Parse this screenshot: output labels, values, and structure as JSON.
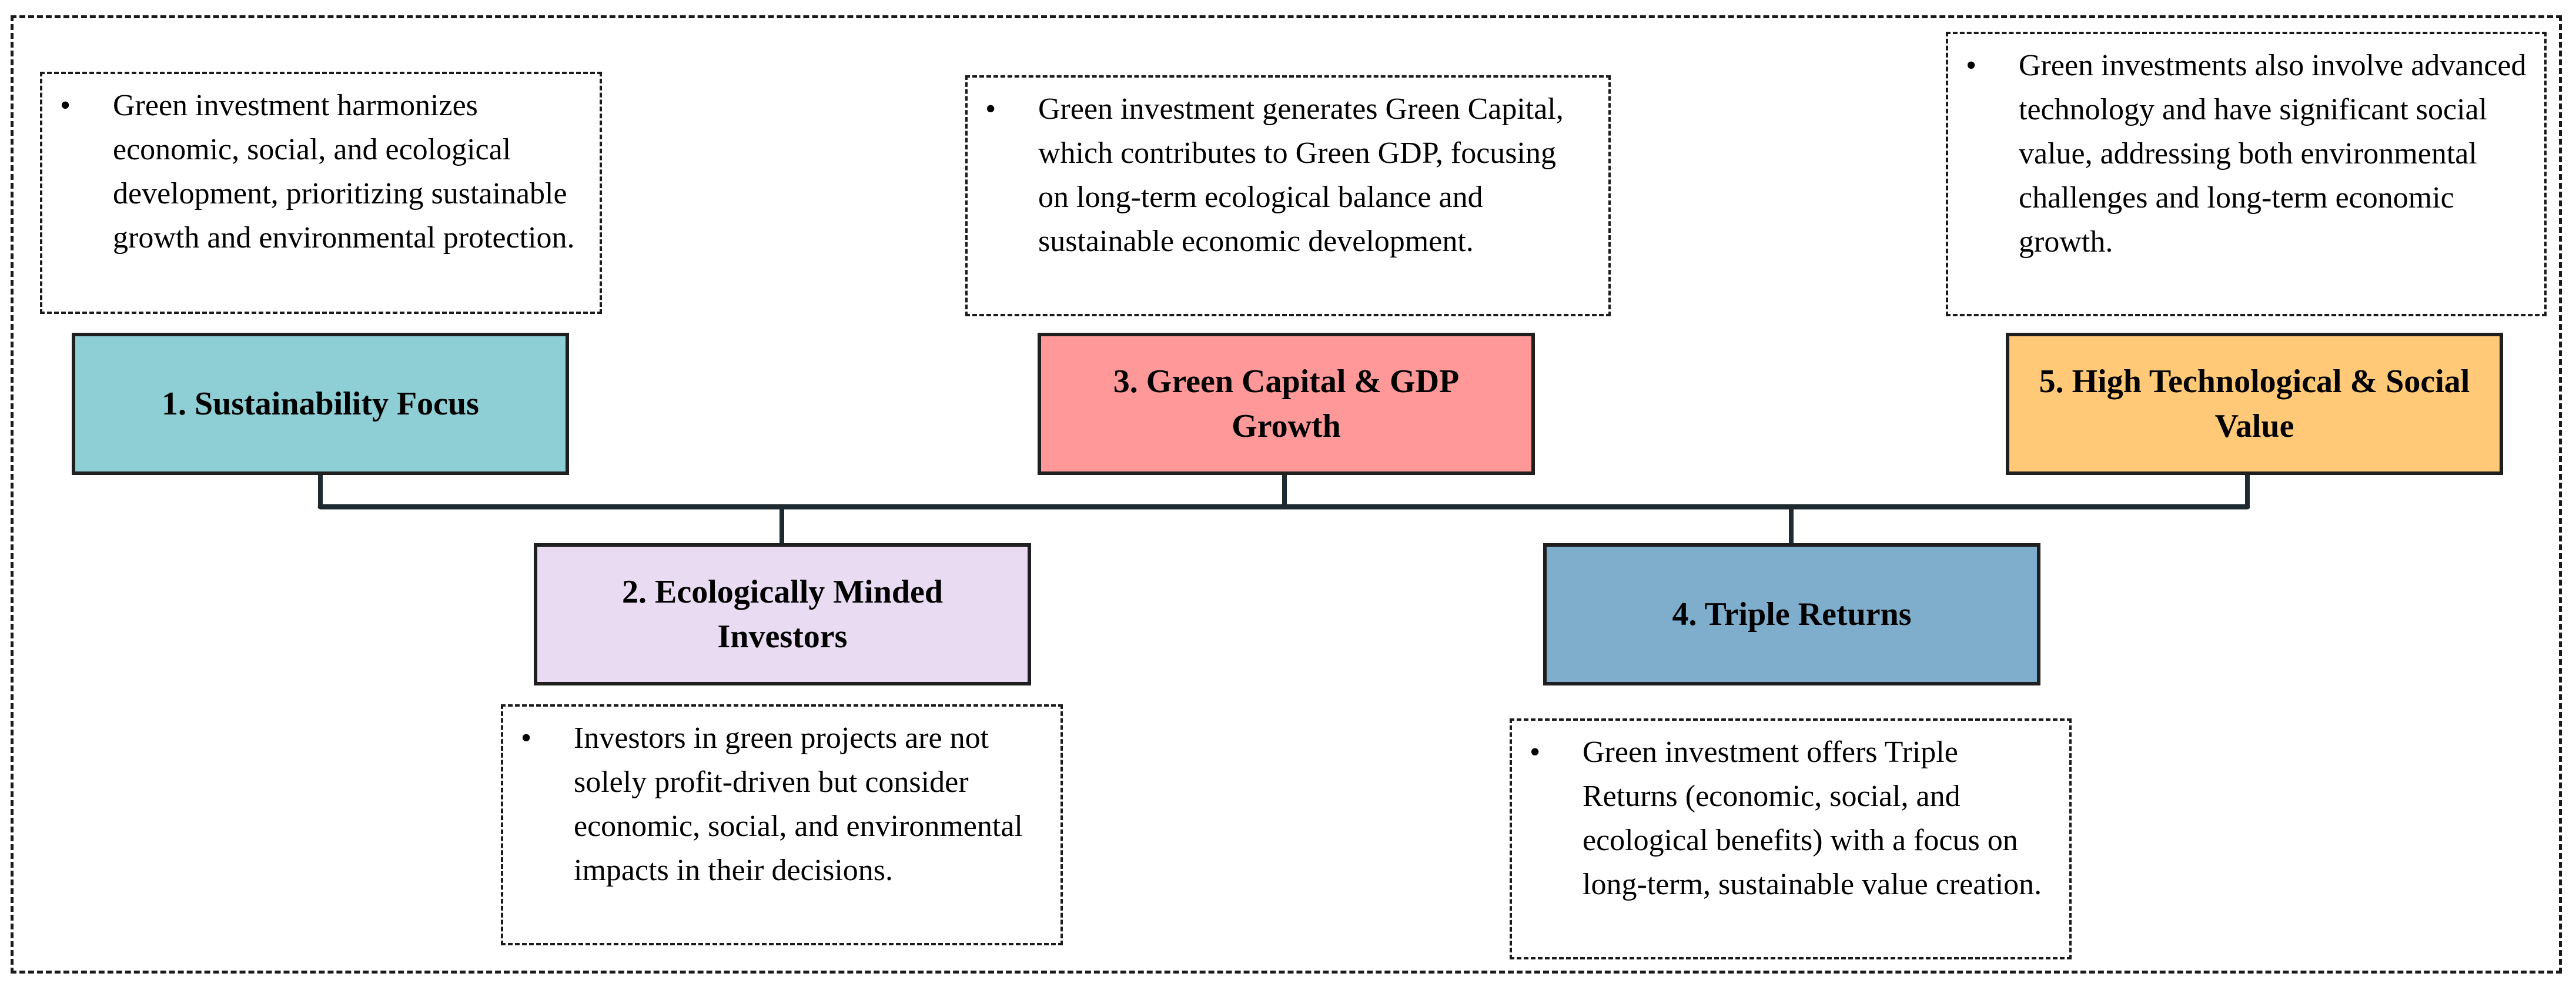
{
  "stages": [
    {
      "label": "1. Sustainability Focus",
      "color": "#8ECFD5",
      "note": "Green investment harmonizes economic, social, and ecological development, prioritizing sustainable growth and environmental protection."
    },
    {
      "label": "2. Ecologically Minded Investors",
      "color": "#E8DBF2",
      "note": "Investors in green projects are not solely profit-driven but consider economic, social, and environmental impacts in their decisions."
    },
    {
      "label": "3. Green Capital & GDP Growth",
      "color": "#FF9999",
      "note": "Green investment generates Green Capital, which contributes to Green GDP, focusing on long-term ecological balance and sustainable economic development."
    },
    {
      "label": "4. Triple Returns",
      "color": "#7FAECD",
      "note": "Green investment offers Triple Returns (economic, social, and ecological benefits) with a focus on long-term, sustainable value creation."
    },
    {
      "label": "5. High Technological & Social Value",
      "color": "#FFC978",
      "note": "Green investments  also involve advanced technology and have significant social value, addressing both environmental challenges and long-term economic growth."
    }
  ],
  "bullet_symbol": "•",
  "connector_color": "#1F2A30"
}
